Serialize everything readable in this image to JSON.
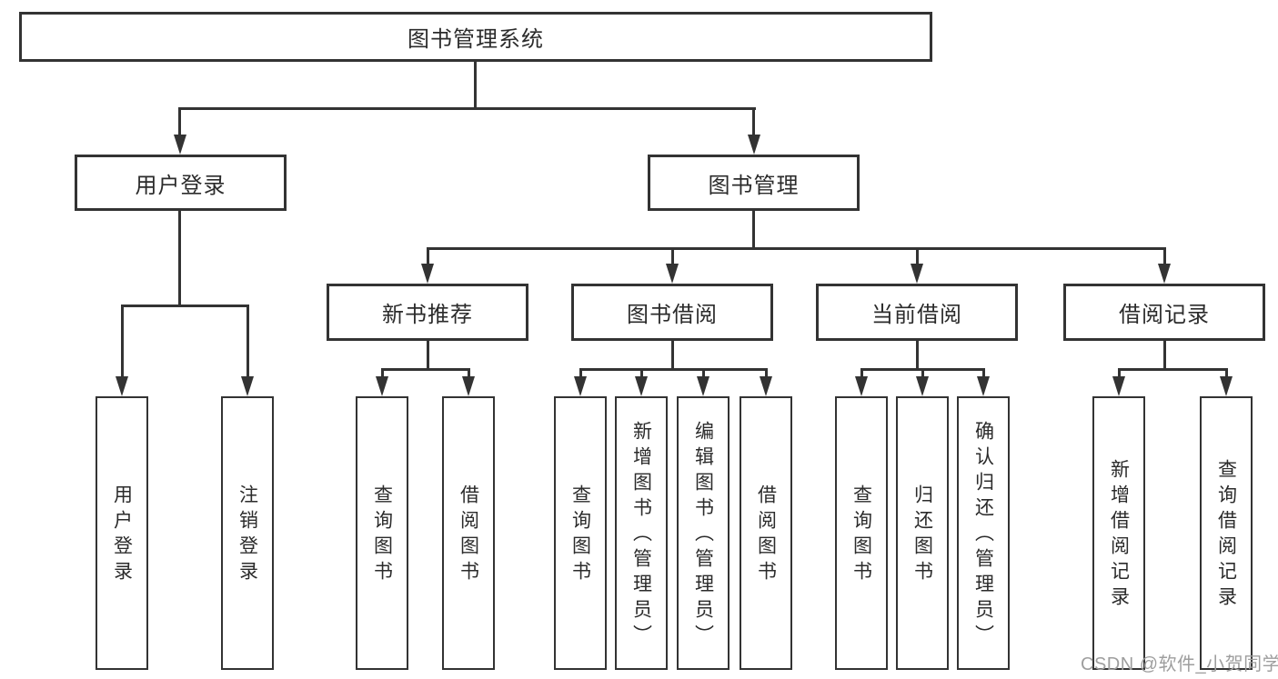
{
  "colors": {
    "line": "#333333",
    "text": "#2b2b2b",
    "watermark": "#9e9e9e",
    "background": "#ffffff"
  },
  "tree": {
    "root": {
      "label": "图书管理系统"
    },
    "level2": [
      {
        "label": "用户登录"
      },
      {
        "label": "图书管理"
      }
    ],
    "level3": [
      {
        "label": "新书推荐"
      },
      {
        "label": "图书借阅"
      },
      {
        "label": "当前借阅"
      },
      {
        "label": "借阅记录"
      }
    ],
    "leaves": {
      "userLogin": [
        {
          "label": "用户登录"
        },
        {
          "label": "注销登录"
        }
      ],
      "newBookRecommend": [
        {
          "label": "查询图书"
        },
        {
          "label": "借阅图书"
        }
      ],
      "bookBorrow": [
        {
          "label": "查询图书"
        },
        {
          "label": "新增图书（管理员）"
        },
        {
          "label": "编辑图书（管理员）"
        },
        {
          "label": "借阅图书"
        }
      ],
      "currentBorrow": [
        {
          "label": "查询图书"
        },
        {
          "label": "归还图书"
        },
        {
          "label": "确认归还（管理员）"
        }
      ],
      "borrowRecords": [
        {
          "label": "新增借阅记录"
        },
        {
          "label": "查询借阅记录"
        }
      ]
    }
  },
  "watermark": {
    "text": "CSDN @软件_小贺同学"
  }
}
